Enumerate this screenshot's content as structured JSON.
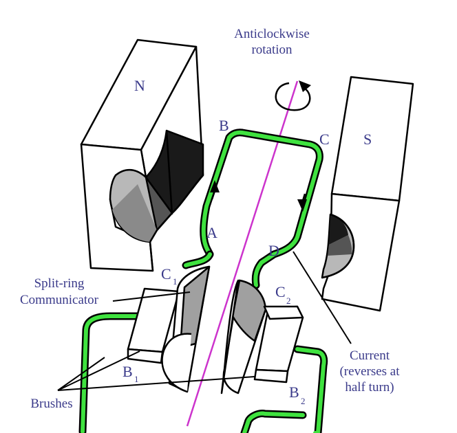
{
  "labels": {
    "rotation_line1": "Anticlockwise",
    "rotation_line2": "rotation",
    "north": "N",
    "south": "S",
    "corner_a": "A",
    "corner_b": "B",
    "corner_c": "C",
    "corner_d": "D",
    "c1_main": "C",
    "c1_sub": "1",
    "c2_main": "C",
    "c2_sub": "2",
    "b1_main": "B",
    "b1_sub": "1",
    "b2_main": "B",
    "b2_sub": "2",
    "split_ring_line1": "Split-ring",
    "split_ring_line2": "Communicator",
    "current_line1": "Current",
    "current_line2": "(reverses at",
    "current_line3": "half turn)",
    "brushes": "Brushes"
  },
  "colors": {
    "coil": "#3fe23f",
    "axis": "#cc33cc",
    "label": "#3a3a8a",
    "outline": "#000000"
  },
  "icons": {
    "rotation": "rotation-arrow-icon",
    "current_up": "arrow-up-icon",
    "current_down": "arrow-down-icon"
  }
}
